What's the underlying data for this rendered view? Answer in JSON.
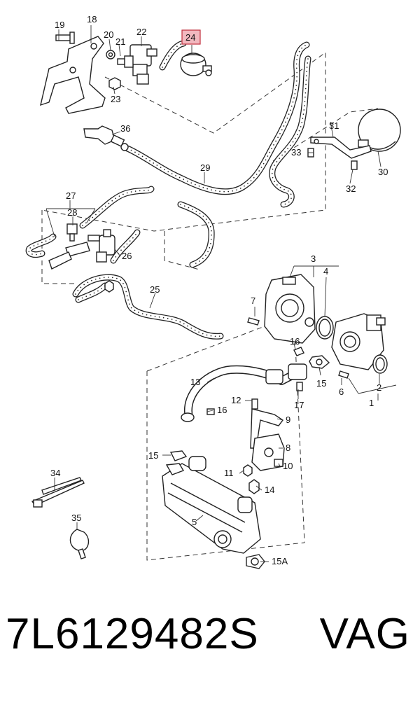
{
  "labels": {
    "n1": "1",
    "n2": "2",
    "n3": "3",
    "n4": "4",
    "n5": "5",
    "n6": "6",
    "n7": "7",
    "n8": "8",
    "n9": "9",
    "n10": "10",
    "n11": "11",
    "n12": "12",
    "n13": "13",
    "n14": "14",
    "n15a": "15",
    "n15b": "15",
    "n15A": "15A",
    "n16a": "16",
    "n16b": "16",
    "n17": "17",
    "n18": "18",
    "n19": "19",
    "n20": "20",
    "n21": "21",
    "n22": "22",
    "n23": "23",
    "n24": "24",
    "n25": "25",
    "n26": "26",
    "n27": "27",
    "n28": "28",
    "n29": "29",
    "n30": "30",
    "n31": "31",
    "n32": "32",
    "n33": "33",
    "n34": "34",
    "n35": "35",
    "n36": "36"
  },
  "highlight_color": "#f2b8bf",
  "footer": {
    "part_number": "7L6129482S",
    "brand": "VAG"
  }
}
